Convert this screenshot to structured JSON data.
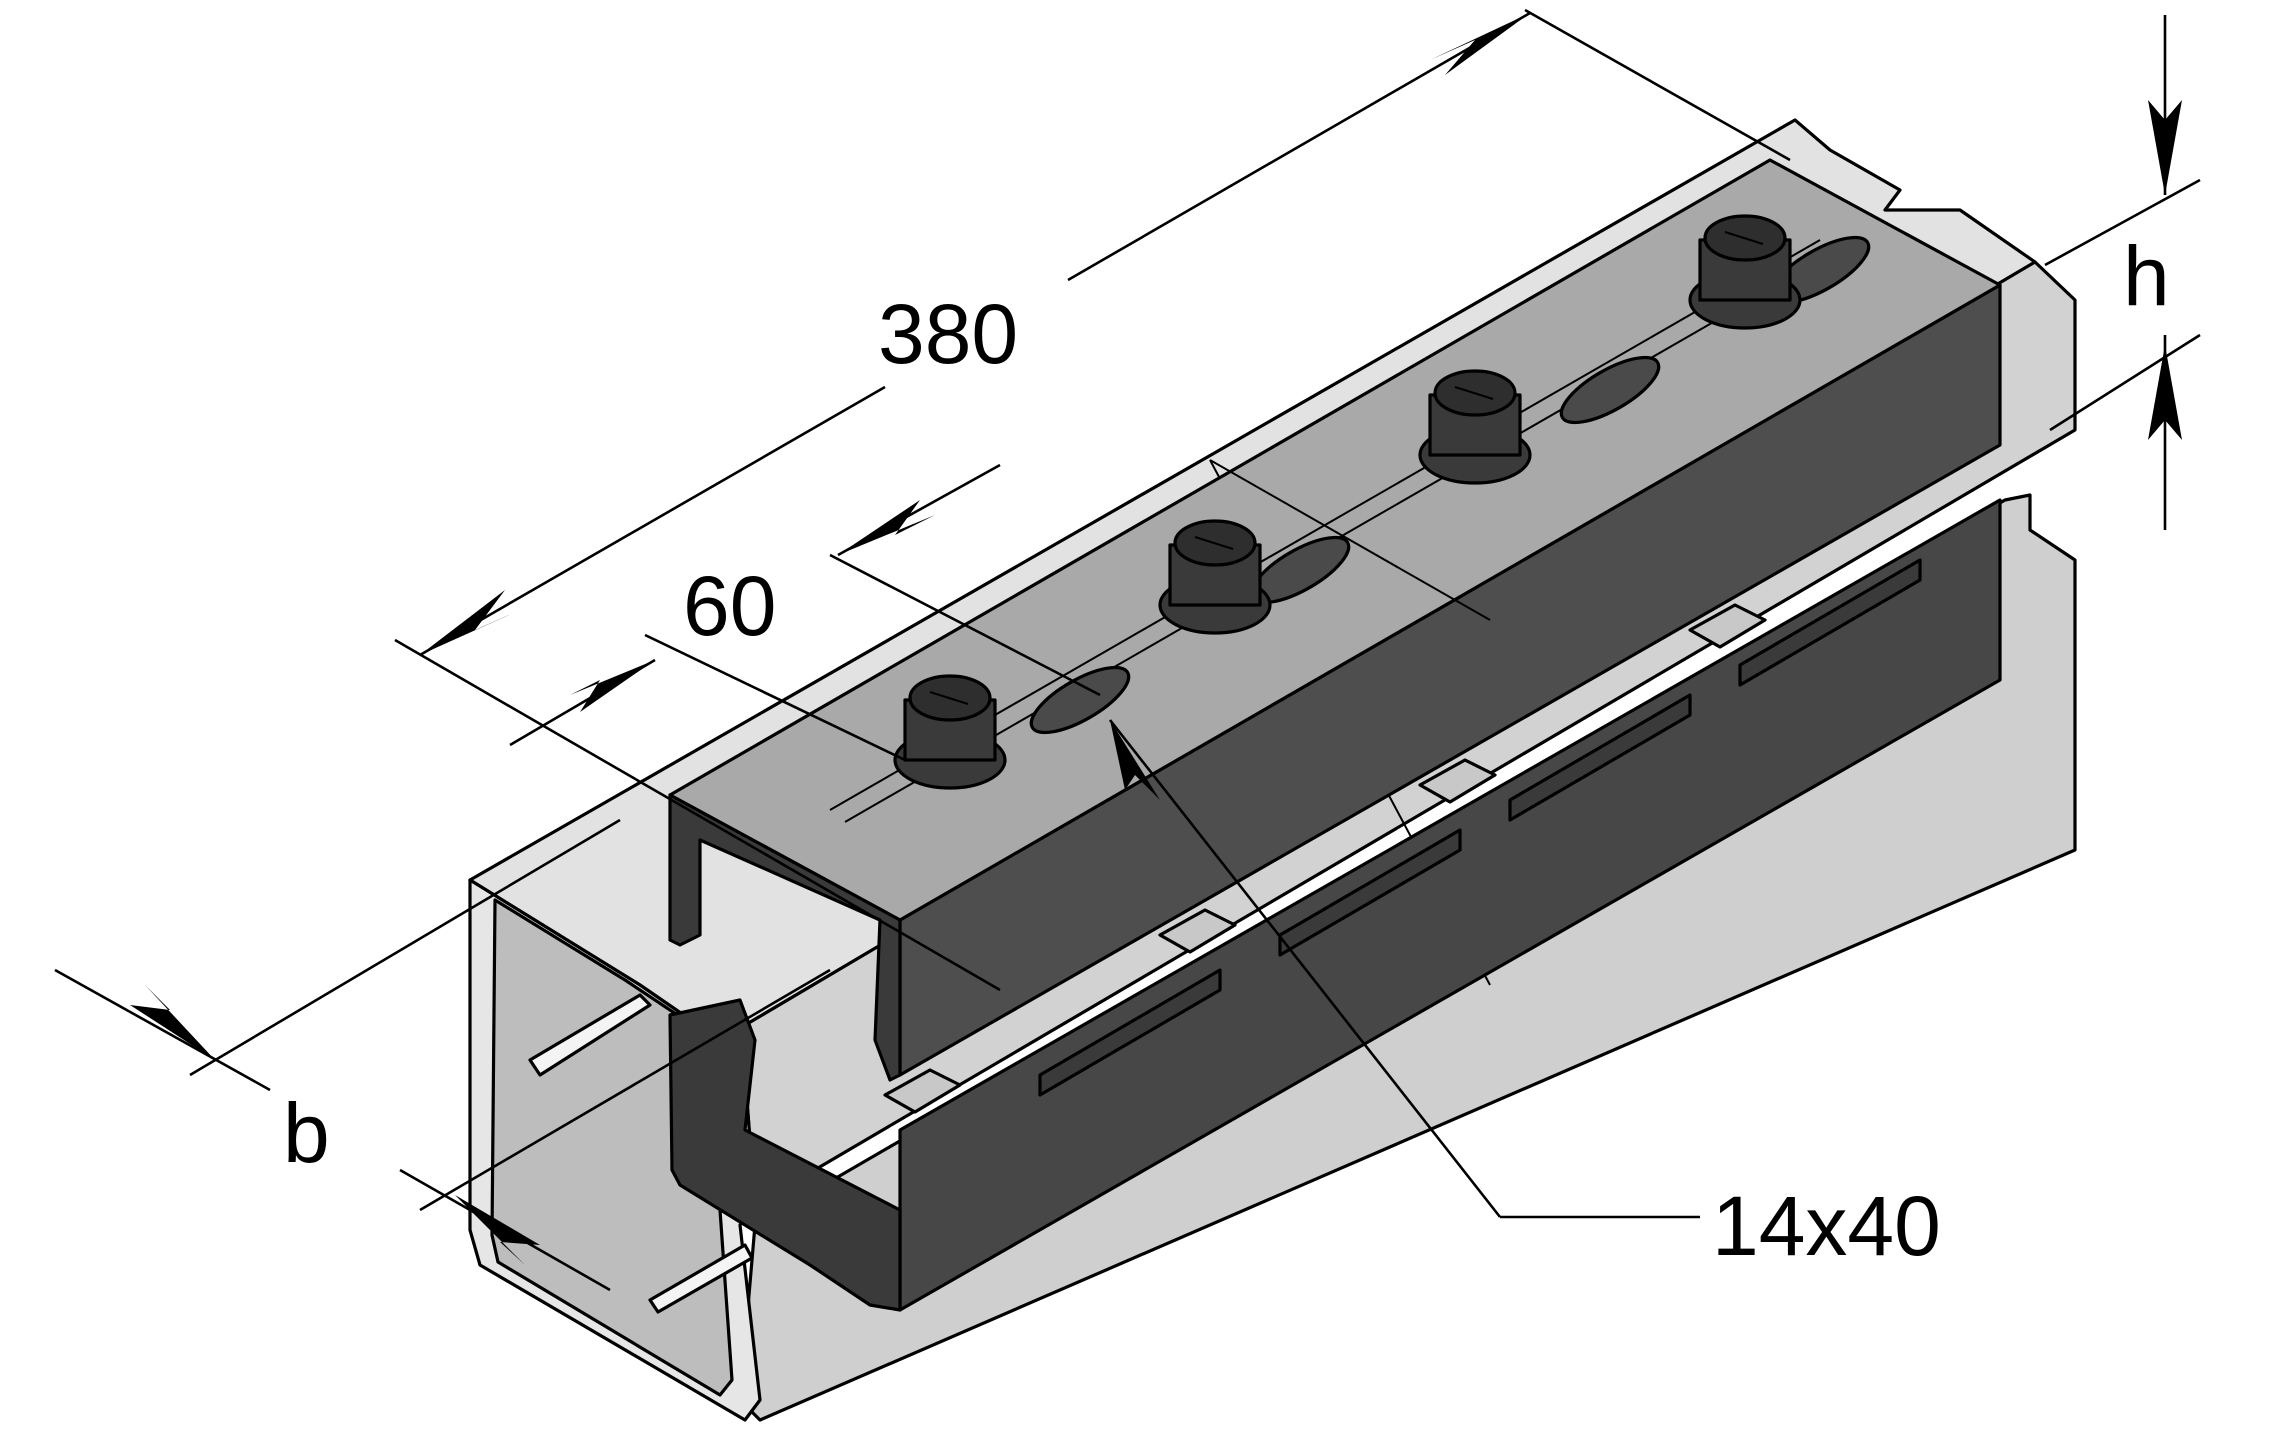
{
  "diagram": {
    "dimensions": {
      "length": "380",
      "spacing": "60",
      "height": "h",
      "width": "b",
      "slot": "14x40"
    },
    "colors": {
      "channel_light": "#dadada",
      "channel_mid": "#c4c4c4",
      "connector_dark": "#4e4e4e",
      "connector_darker": "#3a3a3a",
      "connector_top": "#a9a9a9",
      "bolt": "#2e2e2e",
      "line": "#000000"
    }
  }
}
